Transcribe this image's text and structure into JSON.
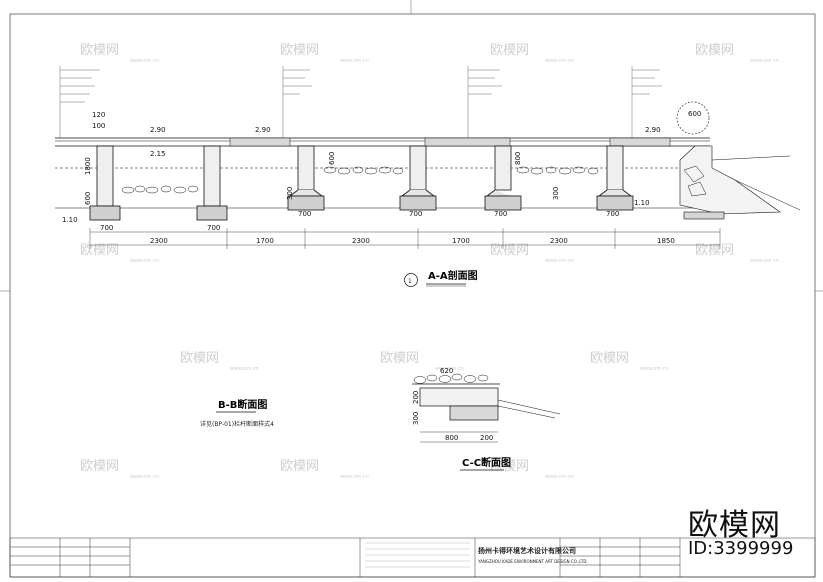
{
  "watermark": "欧模网",
  "watermark_url": "www.om.cn",
  "section_aa": {
    "number": "1",
    "title": "A-A剖面图",
    "top_dims": [
      "2.90",
      "2.90",
      "2.90"
    ],
    "mid_dim": "2.15",
    "base_dims": [
      "1.10",
      "1.10"
    ],
    "heights": [
      "1800",
      "600",
      "300",
      "600",
      "300",
      "800"
    ],
    "left_dims": [
      "120",
      "100"
    ],
    "footing_widths": [
      "700",
      "700",
      "700",
      "700",
      "700",
      "700"
    ],
    "span_dims": [
      "2300",
      "1700",
      "2300",
      "1700",
      "2300",
      "1850"
    ],
    "circle_dim": "600"
  },
  "section_bb": {
    "title": "B-B断面图",
    "note": "详见(BP-01)栏杆断面样式4"
  },
  "section_cc": {
    "title": "C-C断面图",
    "dims": [
      "620",
      "200",
      "300",
      "800",
      "200"
    ]
  },
  "company": {
    "name_cn": "扬州卡得环境艺术设计有限公司",
    "name_en": "YANGZHOU KADE ENVIRONMENT ART DESIGN CO.,LTD"
  },
  "brand": {
    "logo": "欧模网",
    "id": "ID:3399999"
  }
}
